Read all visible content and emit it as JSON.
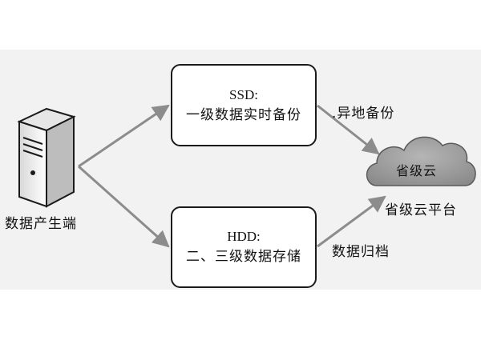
{
  "diagram": {
    "source": {
      "label": "数据产生端",
      "icon": "server-tower-icon"
    },
    "ssd": {
      "title": "SSD:",
      "subtitle": "一级数据实时备份"
    },
    "hdd": {
      "title": "HDD:",
      "subtitle": "二、三级数据存储"
    },
    "cloud": {
      "inner_label": "省级云",
      "caption": "省级云平台",
      "icon": "cloud-icon"
    },
    "edges": {
      "offsite": ".异地备份",
      "archive": "数据归档"
    },
    "colors": {
      "arrow": "#8c8c8c",
      "cloud_fill": "#9a9a9a",
      "box_border": "#1a1a1a",
      "background_band": "#f2f2f2"
    }
  }
}
